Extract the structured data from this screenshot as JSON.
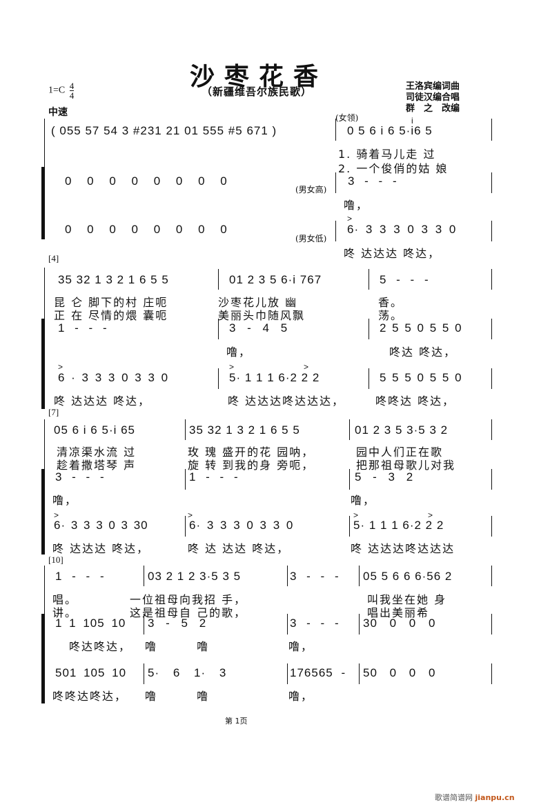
{
  "header": {
    "title": "沙枣花香",
    "subtitle": "（新疆维吾尔族民歌）",
    "key": "1=C",
    "time_sig": {
      "num": "4",
      "den": "4"
    },
    "tempo": "中速",
    "credits": [
      "王洛宾编词曲",
      "司徒汉编合唱",
      "群　之　改编"
    ]
  },
  "systems": [
    {
      "id": 1,
      "mark": "",
      "top": {
        "intro": "( 055  57  54  3 #231  21  01  555 #5  671 )",
        "part_label": "(女领)",
        "notes": "0 5 6 i 6   5·i6 5",
        "grace": "i",
        "lyrics_1": "1. 骑着马儿走    过",
        "lyrics_2": "2. 一个俊俏的姑    娘"
      },
      "mid": {
        "rests": "0    0  0  0       0  0  0        0",
        "part_label": "(男女高)",
        "notes": "3 - - -",
        "lyrics": "噜，"
      },
      "low": {
        "rests": "0    0  0  0       0  0  0        0",
        "part_label": "(男女低)",
        "accent": ">",
        "notes": "6·  3 3 3 0 3 3 0",
        "lyrics": "咚  达达达   咚达，"
      }
    },
    {
      "id": 2,
      "mark": "[4]",
      "top": {
        "measures": [
          "35 32 1 3 2 1 6 5 5",
          "01 2 3 5 6·i 767",
          "5 - - -"
        ],
        "lyrics_1": [
          "昆 仑 脚下的村 庄呃",
          "沙枣花儿放 幽",
          "香。"
        ],
        "lyrics_2": [
          "正 在 尽情的煨 囊呃",
          "美丽头巾随风飘",
          "荡。"
        ]
      },
      "mid": {
        "measures": [
          "1 - - -",
          "3 -      4   5",
          "2 5 5 0 5 5 0"
        ],
        "lyrics": [
          "",
          "噜，",
          "咚达  咚达，"
        ]
      },
      "low": {
        "measures": [
          "6 · 3 3 3   0 3 3 0",
          "5· 1 1 1 6·2 2 2",
          "5 5 5 0 5 5 0"
        ],
        "lyrics": [
          "咚  达达达    咚达，",
          "咚 达达达咚达达达，",
          "咚咚达  咚达，"
        ]
      }
    },
    {
      "id": 3,
      "mark": "[7]",
      "top": {
        "measures": [
          "05 6 i 6 5·i 65",
          "35 32 1 3 2 1 6 5 5",
          "01 2 3 5 3·5 3 2"
        ],
        "lyrics_1": [
          "清凉渠水流   过",
          "玫 瑰 盛开的花 园呐，",
          "园中人们正在歌"
        ],
        "lyrics_2": [
          "趁着撒塔琴   声",
          "旋 转 到我的身 旁呃，",
          "把那祖母歌儿对我"
        ]
      },
      "mid": {
        "measures": [
          "3 - - -",
          "1 - - -",
          "5 -    3   2"
        ],
        "lyrics": [
          "噜，",
          "",
          "噜，"
        ]
      },
      "low": {
        "measures": [
          "6· 3 3 3 0 3 30",
          "6· 3  3 3   0 3 3 0",
          "5· 1 1 1 6·2 2 2"
        ],
        "lyrics": [
          "咚 达达达  咚达，",
          "咚 达 达达    咚达，",
          "咚 达达达咚达达达"
        ]
      }
    },
    {
      "id": 4,
      "mark": "[10]",
      "top": {
        "measures": [
          "1 - - -",
          "03 2 1 2 3·5 3 5",
          "3 - - -",
          "05 5 6 6 6·56 2"
        ],
        "lyrics_1": [
          "唱。",
          "一位祖母向我招 手，",
          "",
          "叫我坐在她   身"
        ],
        "lyrics_2": [
          "讲。",
          "这是祖母自  己的歌，",
          "",
          "唱出美丽希"
        ]
      },
      "mid": {
        "measures": [
          "1 1 105 10",
          "3 -    5   2",
          "3 - - -",
          "30   0   0   0"
        ],
        "lyrics": [
          "咚达咚达，",
          "噜       噜",
          "噜，",
          ""
        ]
      },
      "low": {
        "measures": [
          "501 105 10",
          "5·     6 1·    3",
          "176565 -",
          "50   0   0   0"
        ],
        "lyrics": [
          "咚咚达咚达，",
          "噜       噜",
          "噜，",
          ""
        ]
      }
    }
  ],
  "footer": {
    "page": "第 1页",
    "watermark_text": "歌谱简谱网",
    "watermark_url": "jianpu.cn"
  }
}
